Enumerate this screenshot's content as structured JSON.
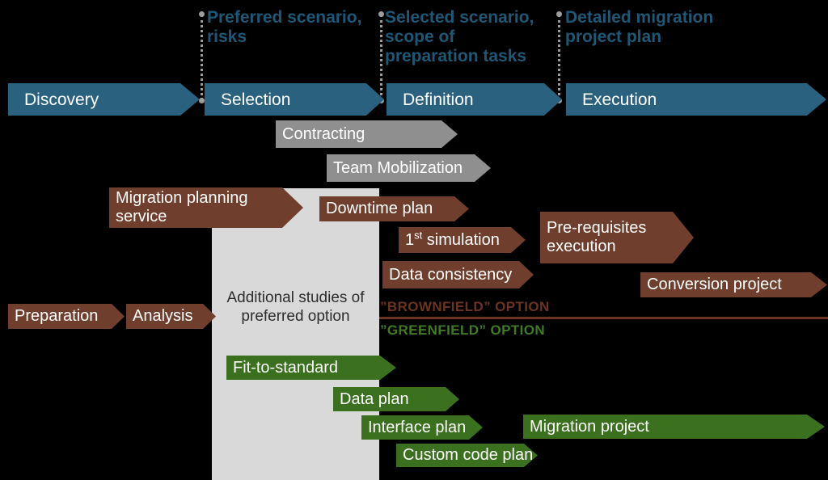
{
  "annotations": [
    {
      "label": "Preferred scenario,\nrisks"
    },
    {
      "label": "Selected scenario,\nscope of\npreparation tasks"
    },
    {
      "label": "Detailed migration\nproject plan"
    }
  ],
  "phases": [
    {
      "label": "Discovery"
    },
    {
      "label": "Selection"
    },
    {
      "label": "Definition"
    },
    {
      "label": "Execution"
    }
  ],
  "contract_tasks": [
    {
      "label": "Contracting"
    },
    {
      "label": "Team Mobilization"
    }
  ],
  "brownfield_tasks": {
    "migration_planning": "Migration planning\nservice",
    "downtime_plan": "Downtime plan",
    "first_simulation": {
      "base": "1",
      "sup": "st",
      "rest": " simulation"
    },
    "data_consistency": "Data consistency",
    "prerequisites": "Pre-requisites\nexecution",
    "conversion_project": "Conversion project",
    "preparation": "Preparation",
    "analysis": "Analysis"
  },
  "greenfield_tasks": {
    "fit_to_standard": "Fit-to-standard",
    "data_plan": "Data plan",
    "interface_plan": "Interface plan",
    "migration_project": "Migration project",
    "custom_code_plan": "Custom code plan"
  },
  "study_box": {
    "label": "Additional studies of\npreferred option"
  },
  "options": {
    "brownfield": "”BROWNFIELD” OPTION",
    "greenfield": "”GREENFIELD” OPTION"
  },
  "colors": {
    "phase_blue": "#29617F",
    "annotation_blue": "#1E5876",
    "gray_arrow": "#8F8F8F",
    "brown_arrow": "#6F3E2D",
    "brown_dark": "#6B3322",
    "green_arrow": "#3A701E",
    "green_text": "#3E7B24",
    "study_box_gray": "#D9D9D9"
  }
}
